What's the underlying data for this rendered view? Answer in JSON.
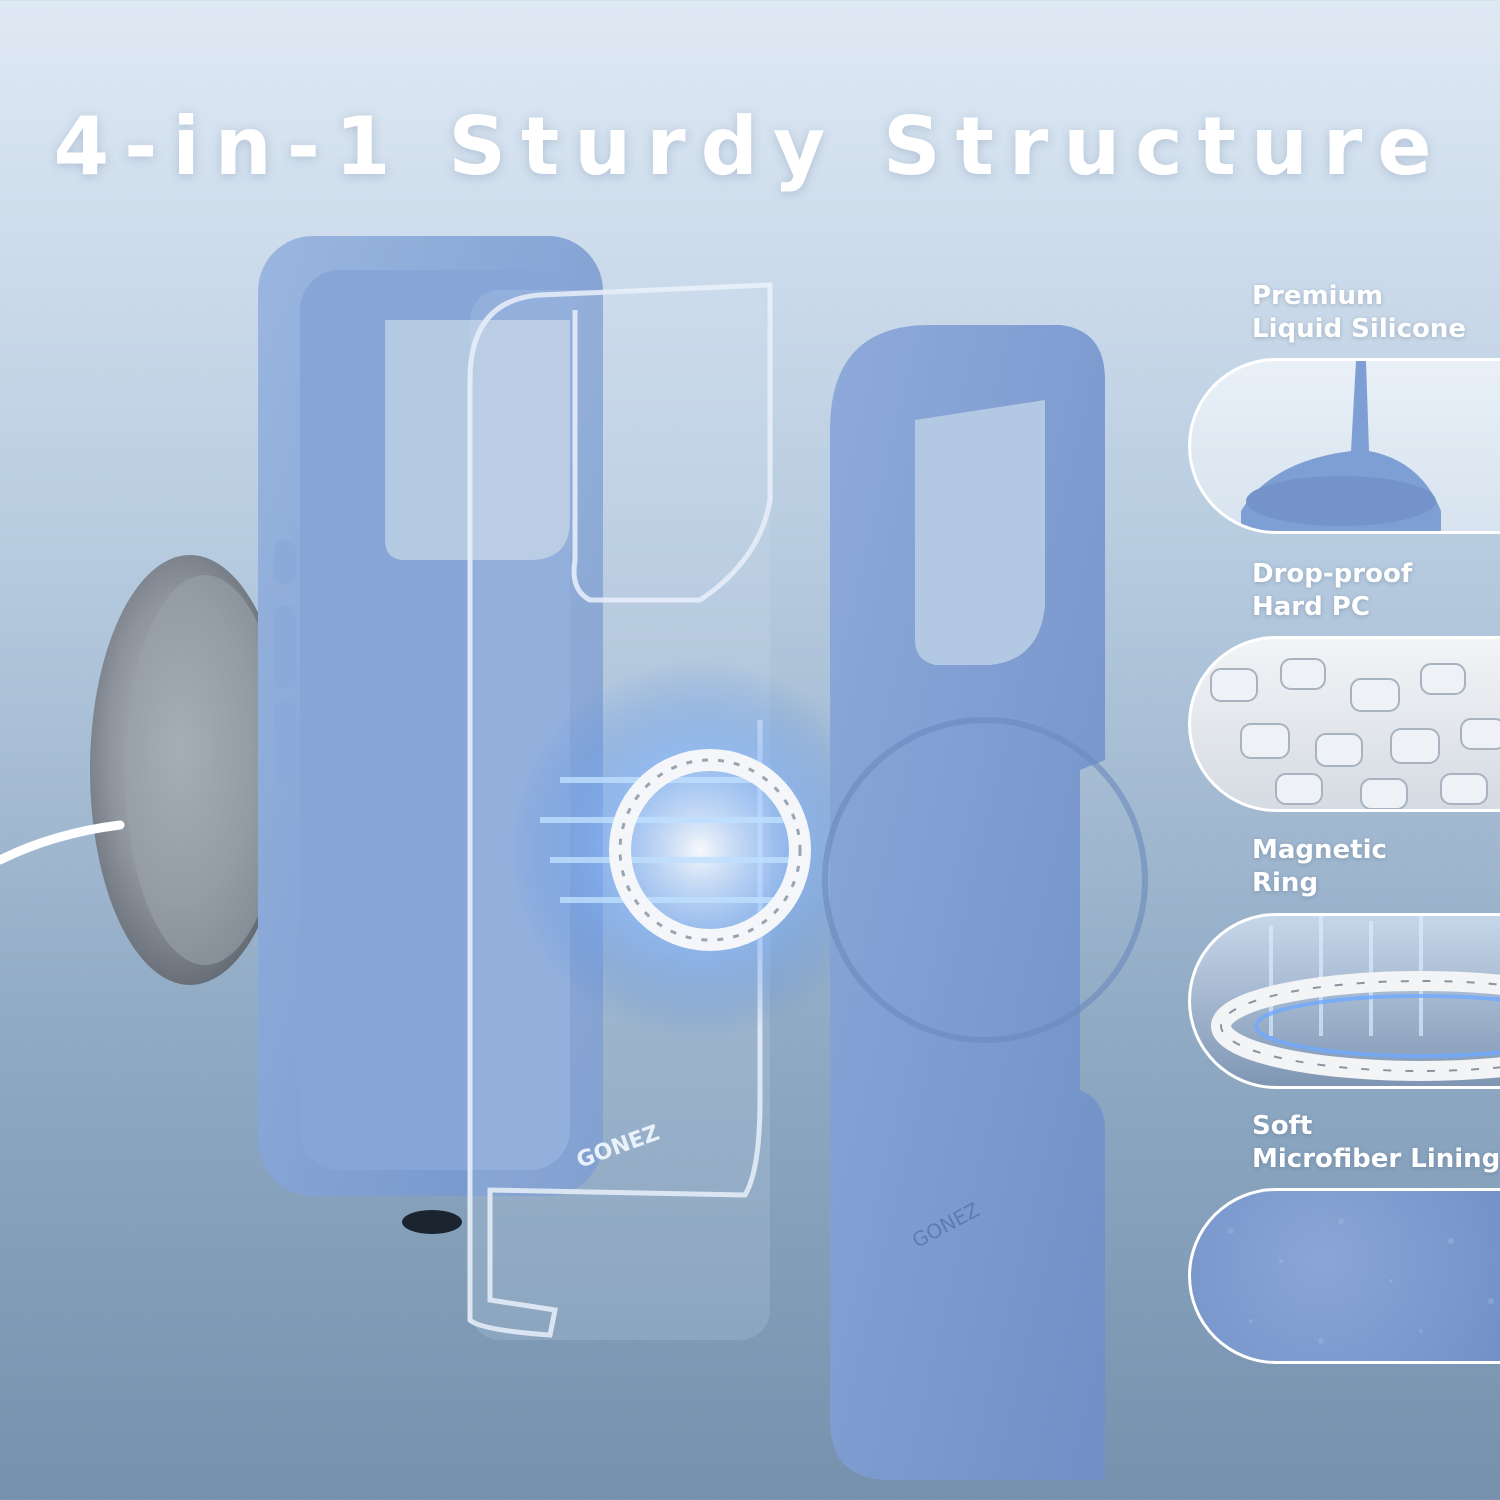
{
  "headline": "4-in-1 Sturdy Structure",
  "brand": "GONEZ",
  "colors": {
    "case_blue": "#7e9fd3",
    "background_top": "#dfe9f4",
    "background_bottom": "#7591ad",
    "text": "#ffffff"
  },
  "features": [
    {
      "line1": "Premium",
      "line2": "Liquid Silicone",
      "icon": "liquid-silicone-swatch"
    },
    {
      "line1": "Drop-proof",
      "line2": "Hard PC",
      "icon": "hard-pc-pellets-swatch"
    },
    {
      "line1": "Magnetic",
      "line2": "Ring",
      "icon": "magnetic-ring-swatch"
    },
    {
      "line1": "Soft",
      "line2": "Microfiber Lining",
      "icon": "microfiber-swatch"
    }
  ]
}
